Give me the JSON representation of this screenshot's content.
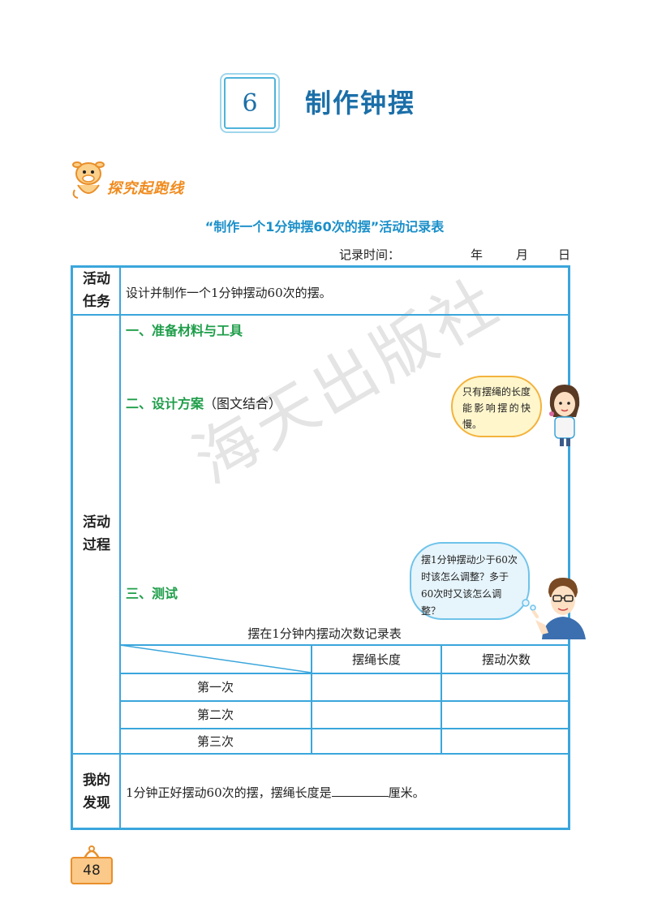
{
  "header": {
    "chapter_number": "6",
    "chapter_title": "制作钟摆"
  },
  "explore": {
    "label": "探究起跑线"
  },
  "record": {
    "title": "“制作一个1分钟摆60次的摆”活动记录表",
    "time_label": "记录时间：",
    "year": "年",
    "month": "月",
    "day": "日"
  },
  "rows": {
    "task_label_1": "活动",
    "task_label_2": "任务",
    "task_text": "设计并制作一个1分钟摆动60次的摆。",
    "process_label_1": "活动",
    "process_label_2": "过程",
    "section_1": "一、准备材料与工具",
    "section_2": "二、设计方案",
    "section_2_note": "（图文结合）",
    "section_3": "三、测试",
    "finding_label_1": "我的",
    "finding_label_2": "发现",
    "finding_text_pre": "1分钟正好摆动60次的摆，摆绳长度是",
    "finding_text_post": "厘米。"
  },
  "bubbles": {
    "girl": "只有摆绳的长度能影响摆的快慢。",
    "teacher": "摆1分钟摆动少于60次时该怎么调整？多于60次时又该怎么调整？"
  },
  "inner_table": {
    "title": "摆在1分钟内摆动次数记录表",
    "headers": [
      "",
      "摆绳长度",
      "摆动次数"
    ],
    "rows": [
      "第一次",
      "第二次",
      "第三次"
    ]
  },
  "watermark": "海天出版社",
  "page_number": "48"
}
